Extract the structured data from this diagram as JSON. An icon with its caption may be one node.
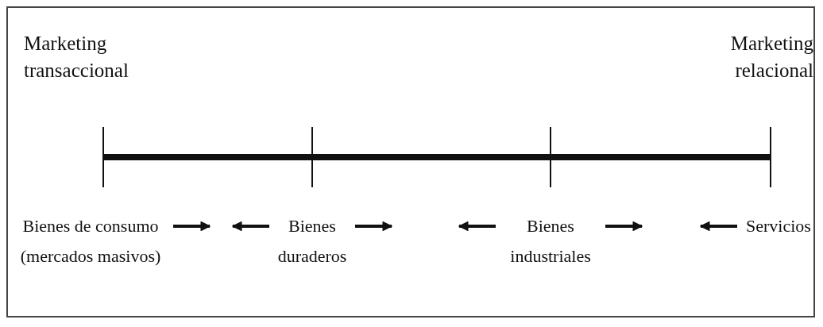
{
  "diagram": {
    "nodes": [
      {
        "text": [
          "Bienes de consumo (mercados masivos)"
        ]
      },
      {
        "text": [
          "Bienes duraderos"
        ]
      },
      {
        "text": [
          "Bienes industriales"
        ]
      },
      {
        "text": [
          "Servicios"
        ]
      }
    ],
    "edges": [
      {
        "from": 0,
        "to": null,
        "arrow": "to"
      },
      {
        "from": 1,
        "to": null,
        "arrow": "to"
      },
      {
        "from": 1,
        "to": null,
        "arrow": "to"
      },
      {
        "from": 2,
        "to": null,
        "arrow": "to"
      },
      {
        "from": 2,
        "to": null,
        "arrow": "to"
      },
      {
        "from": 3,
        "to": null,
        "arrow": "to"
      }
    ],
    "labels": [
      "Marketing transaccional",
      "Marketing relacional"
    ]
  }
}
